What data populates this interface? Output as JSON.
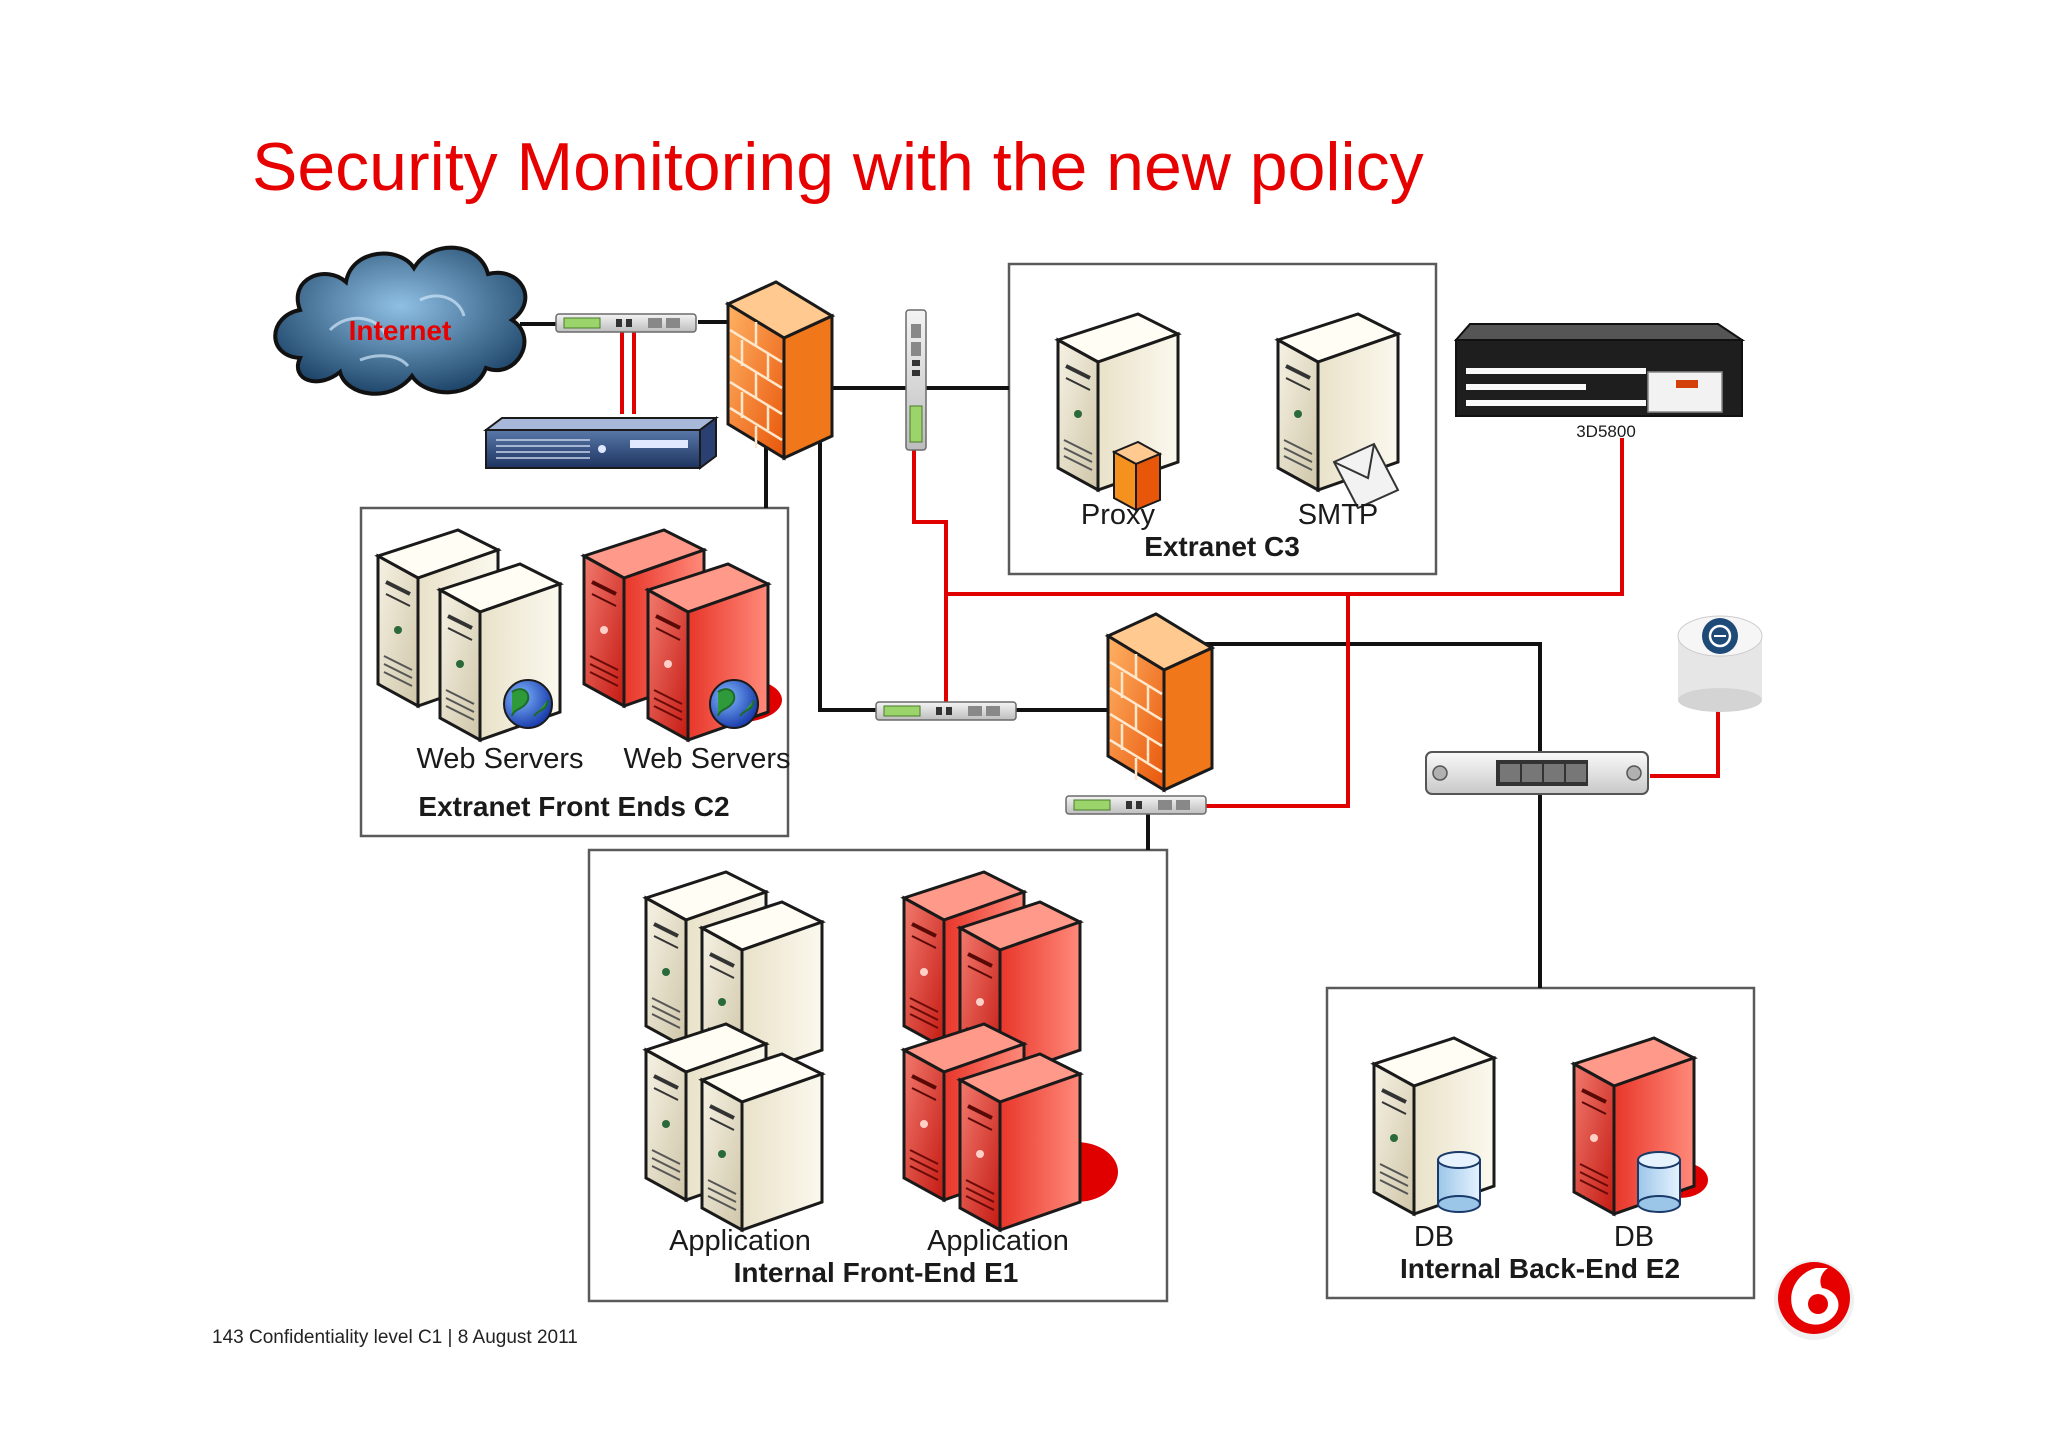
{
  "slide": {
    "title": "Security Monitoring with the new policy",
    "footer": "143 Confidentiality level  C1 |   8 August 2011",
    "brand_color": "#e60000"
  },
  "diagram": {
    "internet_label": "Internet",
    "appliance_label": "3D5800",
    "zones": {
      "extranet_c3": {
        "title": "Extranet C3",
        "proxy_label": "Proxy",
        "smtp_label": "SMTP"
      },
      "extranet_front_ends": {
        "title": "Extranet Front Ends C2",
        "web_label_1": "Web Servers",
        "web_label_2": "Web Servers"
      },
      "internal_front_end": {
        "title": "Internal Front-End E1",
        "app_label_1": "Application",
        "app_label_2": "Application"
      },
      "internal_back_end": {
        "title": "Internal Back-End E2",
        "db_label_1": "DB",
        "db_label_2": "DB"
      }
    },
    "colors": {
      "monitor_link": "#e00000",
      "network_link": "#111111",
      "firewall": "#f07a1a",
      "server_beige": "#e8e0c8",
      "server_red": "#e02a20",
      "cloud": "#3a6e96"
    }
  }
}
